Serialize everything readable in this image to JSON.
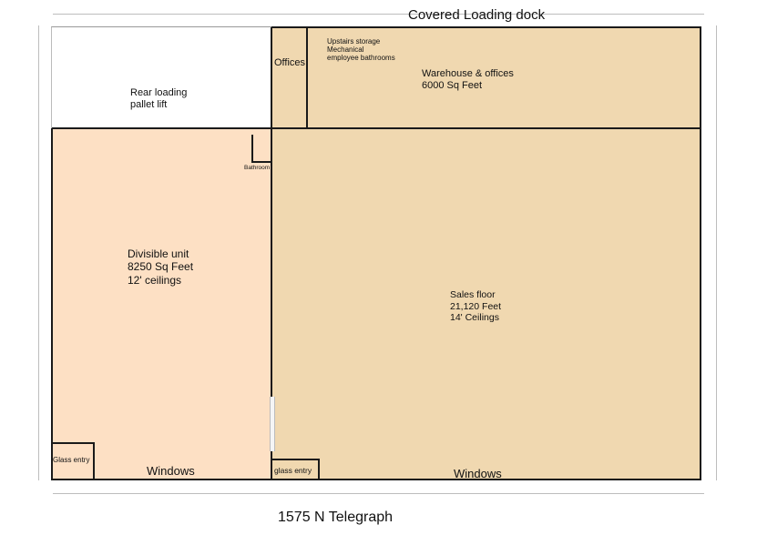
{
  "top_label": "Covered Loading dock",
  "rear": {
    "line1": "Rear loading",
    "line2": "pallet lift"
  },
  "offices_label": "Offices",
  "upstairs": {
    "line1": "Upstairs storage",
    "line2": "Mechanical",
    "line3": "employee bathrooms"
  },
  "warehouse": {
    "line1": "Warehouse & offices",
    "line2": "6000 Sq Feet"
  },
  "bathroom_label": "Bathroom",
  "divisible": {
    "line1": "Divisible unit",
    "line2": "8250 Sq Feet",
    "line3": "12' ceilings"
  },
  "sales": {
    "line1": "Sales floor",
    "line2": "21,120 Feet",
    "line3": "14' Ceilings"
  },
  "glass_entry_left": "Glass entry",
  "glass_entry_right": "glass entry",
  "windows_left": "Windows",
  "windows_right": "Windows",
  "address": "1575 N Telegraph",
  "colors": {
    "warehouse_fill": "#f0d8b0",
    "divisible_fill": "#fde0c4",
    "wall": "#1a1a1a"
  }
}
